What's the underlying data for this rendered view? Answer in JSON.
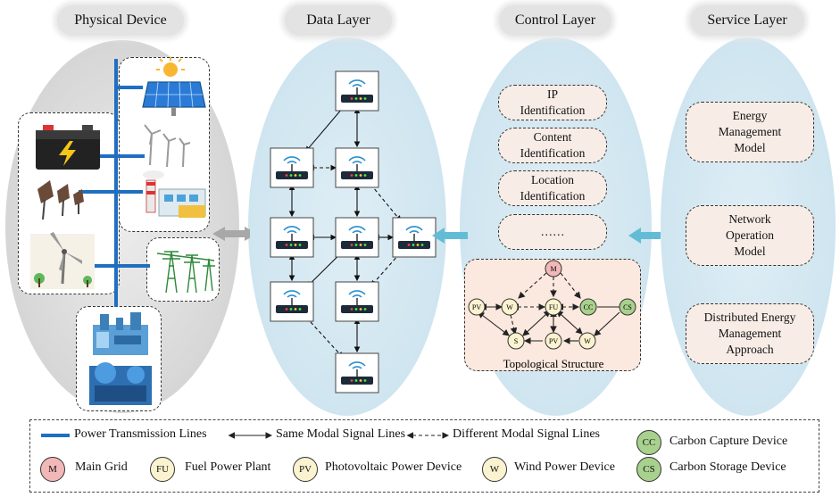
{
  "layers": [
    {
      "title": "Physical Device"
    },
    {
      "title": "Data Layer"
    },
    {
      "title": "Control Layer"
    },
    {
      "title": "Service Layer"
    }
  ],
  "control": {
    "items": [
      "IP\nIdentification",
      "Content\nIdentification",
      "Location\nIdentification",
      "……"
    ],
    "topology_caption": "Topological Structure",
    "nodes": [
      "M",
      "PV",
      "W",
      "FU",
      "CC",
      "CS",
      "S",
      "PV",
      "W"
    ]
  },
  "service": {
    "items": [
      "Energy\nManagement\nModel",
      "Network\nOperation\nModel",
      "Distributed Energy\nManagement\nApproach"
    ]
  },
  "legend": {
    "power_lines": "Power Transmission Lines",
    "same_modal": "Same Modal Signal Lines",
    "different_modal": "Different Modal Signal Lines",
    "cc": {
      "symbol": "CC",
      "label": "Carbon Capture Device"
    },
    "m": {
      "symbol": "M",
      "label": "Main Grid"
    },
    "fu": {
      "symbol": "FU",
      "label": "Fuel Power Plant"
    },
    "pv": {
      "symbol": "PV",
      "label": "Photovoltaic Power Device"
    },
    "w": {
      "symbol": "W",
      "label": "Wind Power Device"
    },
    "cs": {
      "symbol": "CS",
      "label": "Carbon Storage Device"
    }
  },
  "colors": {
    "main_grid": "#f2b8b8",
    "fuel": "#fbf3cf",
    "carbon": "#a9d18e",
    "power_line": "#1f6fc1",
    "data_ellipse": "#d2e6f0",
    "pill_fill": "#f7ece6",
    "arrow": "#63bcd6"
  },
  "icons": [
    "solar-panel-icon",
    "battery-icon",
    "wind-turbine-icon",
    "power-plant-icon",
    "thermal-collector-icon",
    "transmission-tower-icon",
    "factory-icon",
    "router-icon"
  ]
}
